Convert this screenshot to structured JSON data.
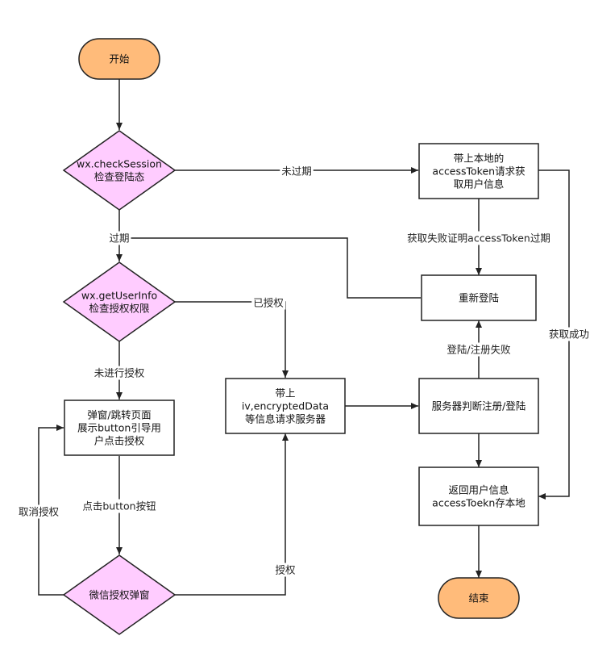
{
  "colors": {
    "terminal_fill": "#FFBB7A",
    "decision_fill": "#FFCCFF",
    "process_fill": "#FFFFFF",
    "stroke": "#222222"
  },
  "nodes": {
    "start": {
      "lines": [
        "开始"
      ]
    },
    "check_session": {
      "lines": [
        "wx.checkSession",
        "检查登陆态"
      ]
    },
    "get_user_info": {
      "lines": [
        "wx.getUserInfo",
        "检查授权权限"
      ]
    },
    "popup_page": {
      "lines": [
        "弹窗/跳转页面",
        "展示button引导用",
        "户点击授权"
      ]
    },
    "wechat_auth_popup": {
      "lines": [
        "微信授权弹窗"
      ]
    },
    "send_encrypted": {
      "lines": [
        "带上",
        "iv,encryptedData",
        "等信息请求服务器"
      ]
    },
    "local_token": {
      "lines": [
        "带上本地的",
        "accessToken请求获",
        "取用户信息"
      ]
    },
    "relogin": {
      "lines": [
        "重新登陆"
      ]
    },
    "server_judge": {
      "lines": [
        "服务器判断注册/登陆"
      ]
    },
    "return_info": {
      "lines": [
        "返回用户信息",
        "accessToekn存本地"
      ]
    },
    "end": {
      "lines": [
        "结束"
      ]
    }
  },
  "edges": {
    "not_expired": "未过期",
    "expired": "过期",
    "authorized": "已授权",
    "not_authorized": "未进行授权",
    "click_button": "点击button按钮",
    "cancel_auth": "取消授权",
    "authorize": "授权",
    "fetch_fail": "获取失败证明accessToken过期",
    "fetch_success": "获取成功",
    "login_fail": "登陆/注册失败"
  }
}
